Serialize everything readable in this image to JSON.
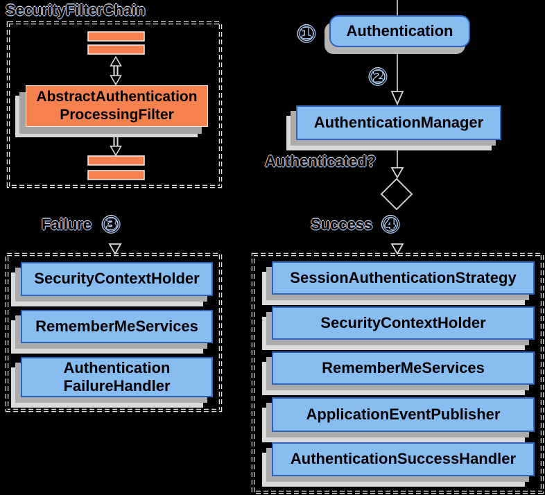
{
  "colors": {
    "background": "#000000",
    "box_blue_fill": "#88BDF2",
    "box_blue_border": "#2D63BC",
    "box_orange_fill": "#F5814E",
    "shadow_mid": "#ABABAB",
    "shadow_light": "#DADADA",
    "dashed_border": "#E6E6E6",
    "connector_line": "#ABABAB"
  },
  "filter_chain": {
    "title": "SecurityFilterChain",
    "filter_box": "AbstractAuthentication\nProcessingFilter"
  },
  "flow": {
    "badge_1": "①",
    "authentication": "Authentication",
    "badge_2": "②",
    "authentication_manager": "AuthenticationManager",
    "decision": "Authenticated?",
    "failure": "Failure",
    "badge_3": "③",
    "success": "Success",
    "badge_4": "④"
  },
  "failure_handlers": [
    "SecurityContextHolder",
    "RememberMeServices",
    "Authentication\nFailureHandler"
  ],
  "success_handlers": [
    "SessionAuthenticationStrategy",
    "SecurityContextHolder",
    "RememberMeServices",
    "ApplicationEventPublisher",
    "AuthenticationSuccessHandler"
  ]
}
